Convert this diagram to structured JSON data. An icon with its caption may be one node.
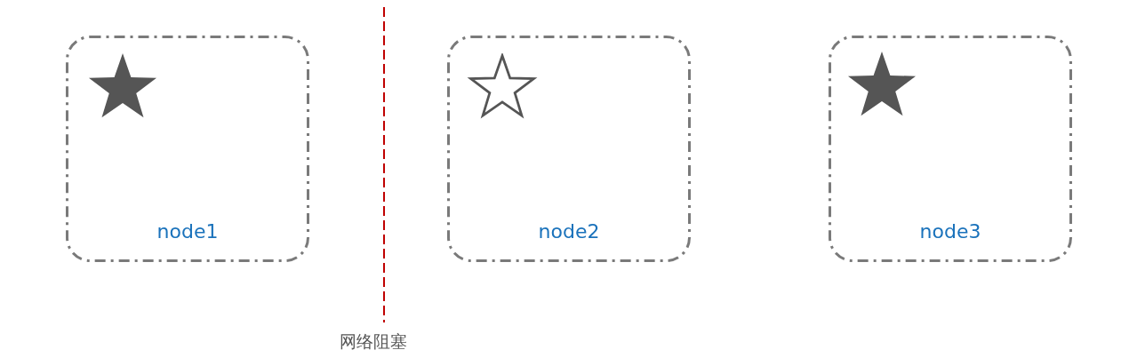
{
  "diagram": {
    "nodes": [
      {
        "text": [
          "node1"
        ]
      },
      {
        "text": [
          "node2"
        ]
      },
      {
        "text": [
          "node3"
        ]
      }
    ],
    "labels": [
      "网络阻塞"
    ]
  }
}
